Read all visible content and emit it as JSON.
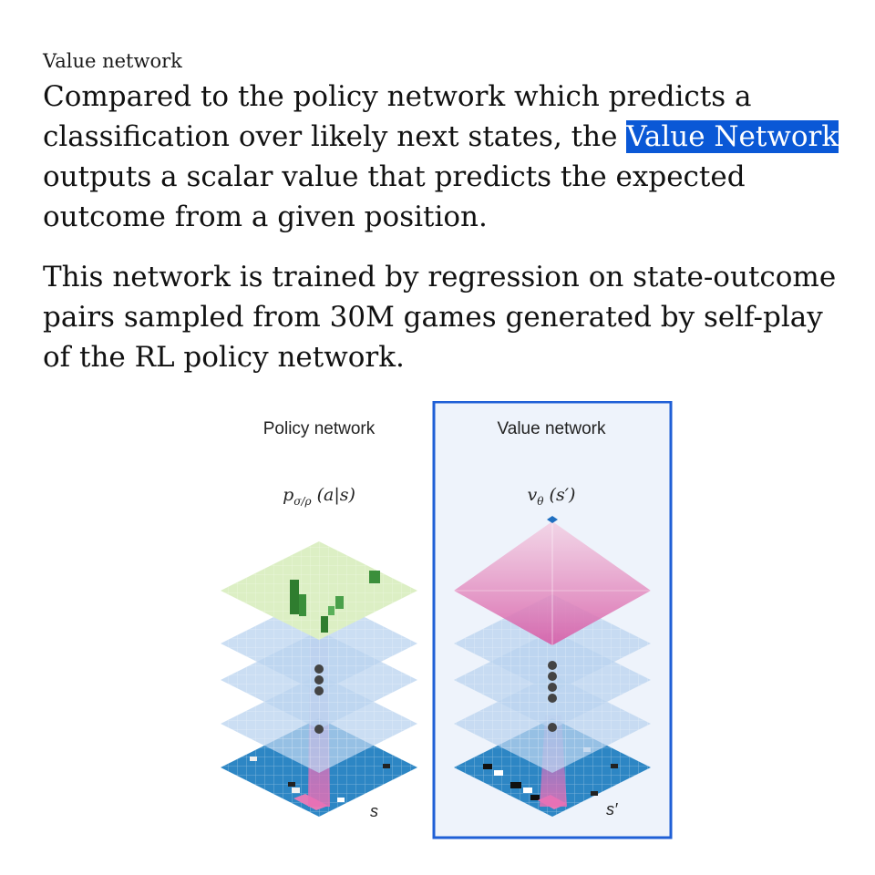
{
  "subtitle": "Value network",
  "paragraph1": {
    "before": "Compared to the policy network which predicts a classification over likely next states, the ",
    "highlight": "Value Network",
    "after": " outputs a scalar value that predicts the expected outcome from a given position."
  },
  "paragraph2": "This network is trained by regression on state-outcome pairs sampled from 30M games generated by self-play of the RL policy network.",
  "figure": {
    "left_title": "Policy network",
    "right_title": "Value network",
    "left_formula": {
      "main": "p",
      "sub": "σ/ρ",
      "args": " (a|s)"
    },
    "right_formula": {
      "main": "v",
      "sub": "θ",
      "args": " (s′)"
    },
    "left_state": "s",
    "right_state": "s′",
    "colors": {
      "highlight": "#0a58d6",
      "panel_border": "#1f5fd6",
      "panel_bg": "#eef3fb",
      "board_blue": "#2d86c4",
      "layer_light": "#b9d3ef",
      "policy_top": "#dcefc4",
      "policy_bars": "#2f7d2f",
      "value_pyramid": "#d46aa8"
    }
  }
}
